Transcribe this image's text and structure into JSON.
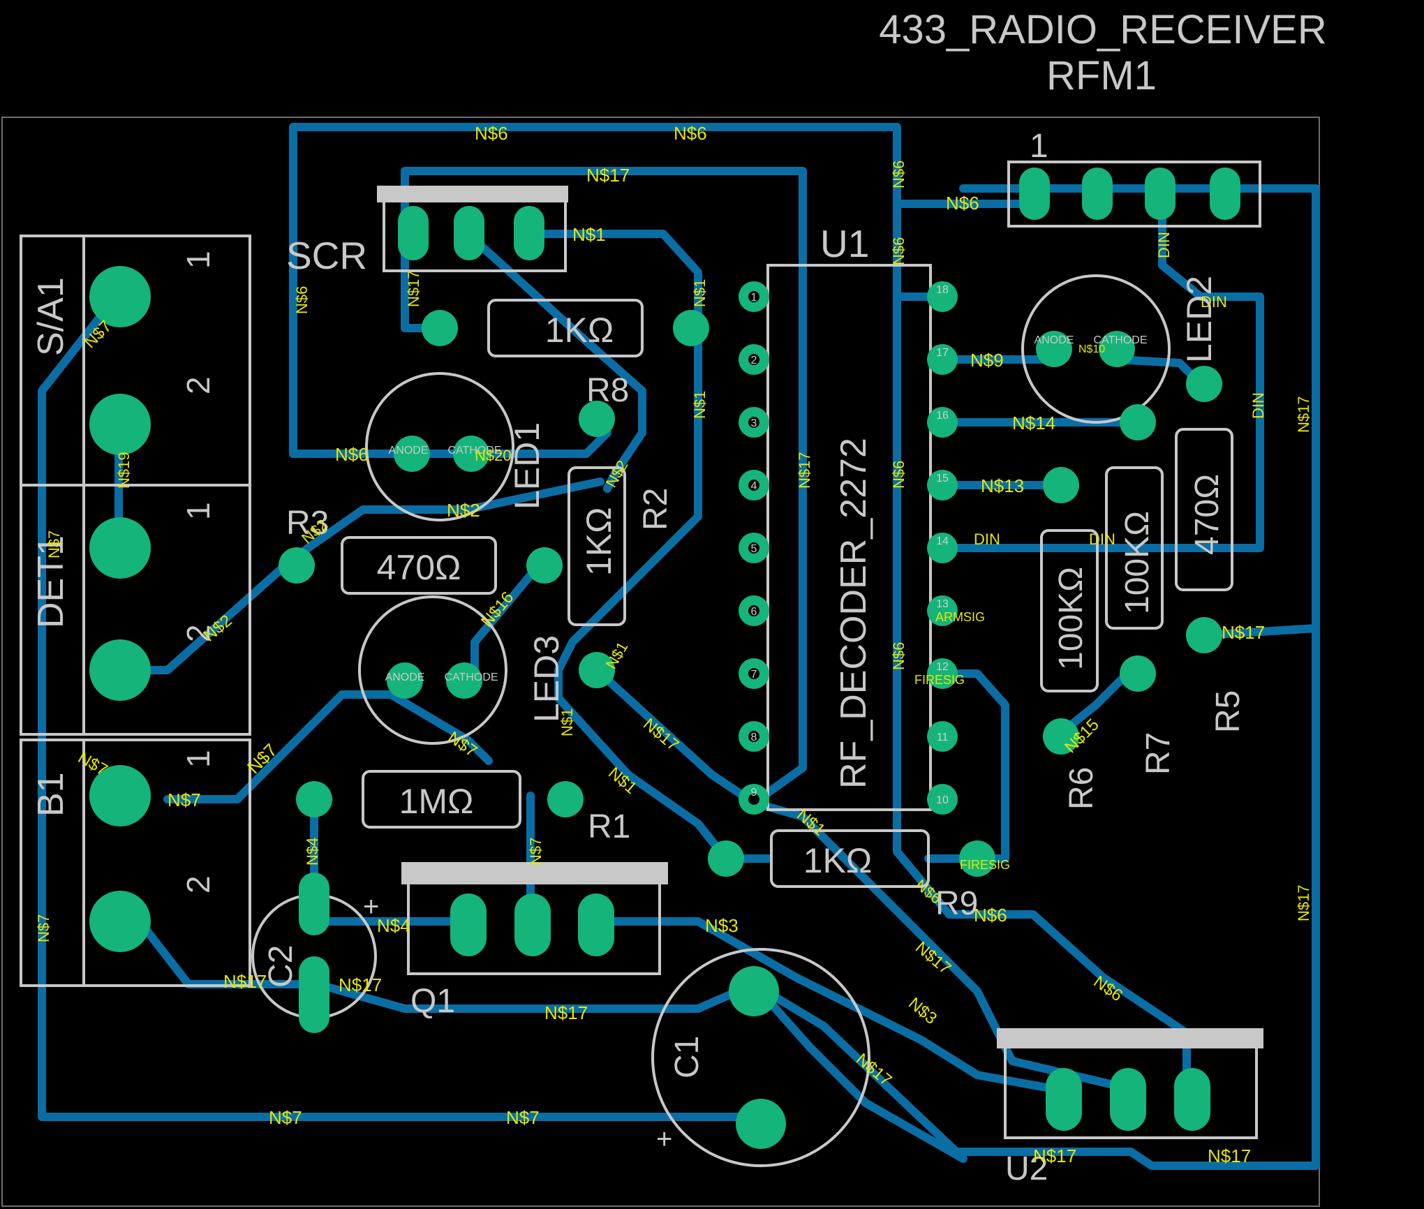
{
  "board": {
    "title": "433_RADIO_RECEIVER",
    "subtitle": "RFM1",
    "colors": {
      "background": "#000000",
      "trace": "#0a6ea5",
      "pad": "#14b47a",
      "silkscreen": "#c8c8c8",
      "net_label": "#e6e600"
    }
  },
  "components": {
    "scr": "SCR",
    "u1": "U1",
    "u1_part": "RF_DECODER_2272",
    "u2": "U2",
    "led1": "LED1",
    "led2": "LED2",
    "led3": "LED3",
    "r1": "R1",
    "r1_val": "1MΩ",
    "r2": "R2",
    "r2_val": "1KΩ",
    "r3": "R3",
    "r3_val": "470Ω",
    "r5": "R5",
    "r5_val": "470Ω",
    "r6": "R6",
    "r6_val": "100KΩ",
    "r7": "R7",
    "r7_val": "100KΩ",
    "r8": "R8",
    "r8_val": "1KΩ",
    "r9": "R9",
    "r9_val": "1KΩ",
    "c1": "C1",
    "c2": "C2",
    "q1": "Q1",
    "sa1": "S/A1",
    "det1": "DET1",
    "b1": "B1",
    "header": "1",
    "anode": "ANODE",
    "cathode": "CATHODE",
    "plus": "+"
  },
  "pins": {
    "n1": "1",
    "n2": "2",
    "n3": "3",
    "n4": "4",
    "n5": "5",
    "n6": "6",
    "n7": "7",
    "n8": "8",
    "n9": "9",
    "n10": "10",
    "n11": "11",
    "n12": "12",
    "n13": "13",
    "n14": "14",
    "n15": "15",
    "n16": "16",
    "n17": "17",
    "n18": "18"
  },
  "nets": {
    "n1": "N$1",
    "n2": "N$2",
    "n3": "N$3",
    "n4": "N$4",
    "n6": "N$6",
    "n7": "N$7",
    "n9": "N$9",
    "n10": "N$10",
    "n13": "N$13",
    "n14": "N$14",
    "n15": "N$15",
    "n16": "N$16",
    "n17": "N$17",
    "n19": "N$19",
    "n20": "N$20",
    "din": "DIN",
    "firesig": "FIRESIG",
    "armsig": "ARMSIG"
  }
}
